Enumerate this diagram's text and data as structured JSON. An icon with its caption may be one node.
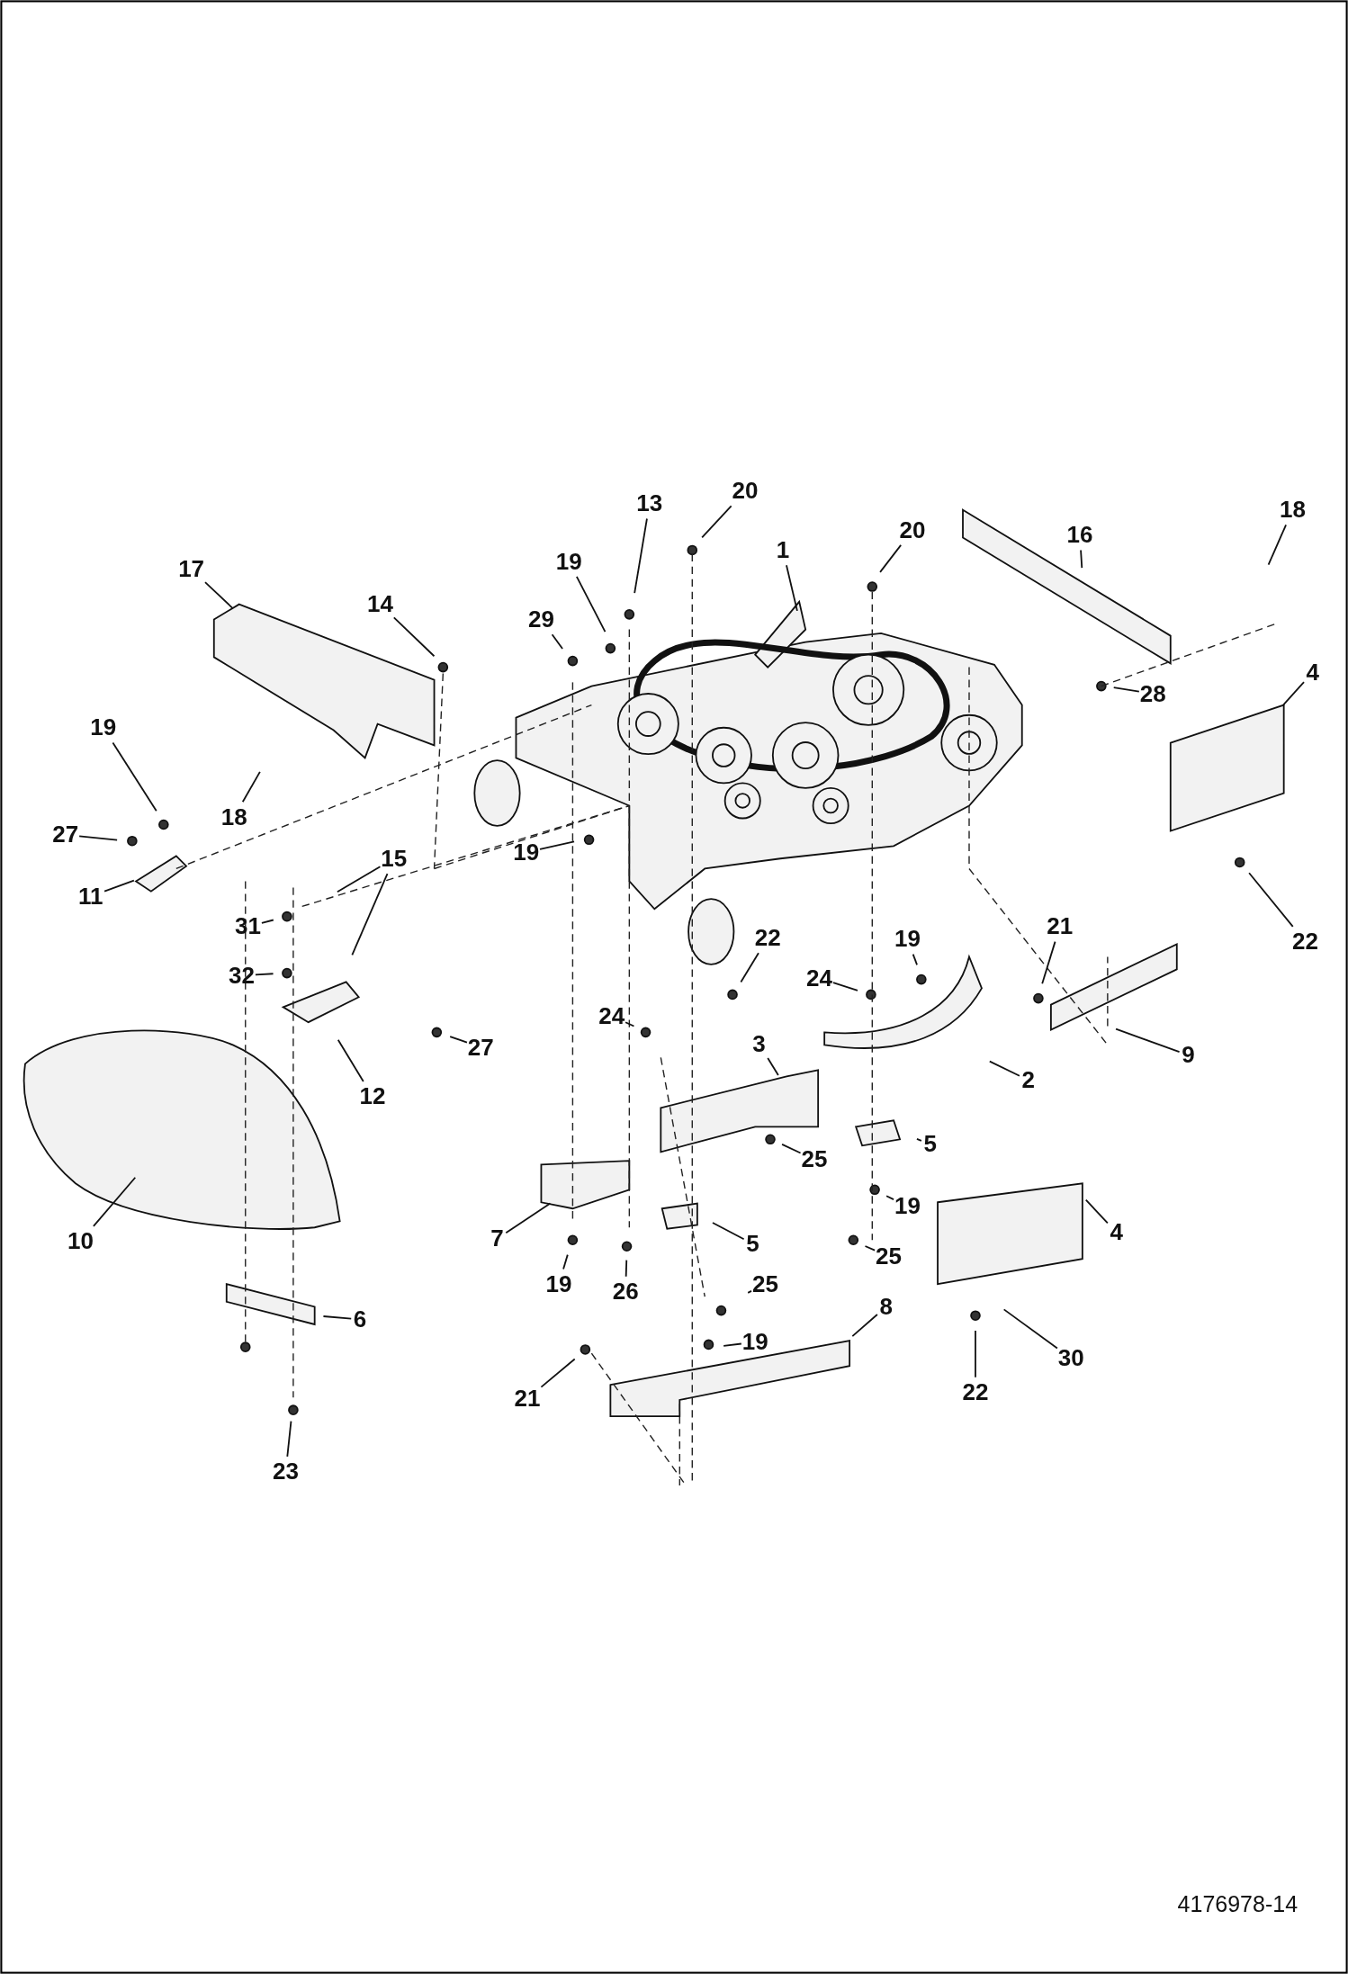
{
  "diagram": {
    "nodes": [
      {
        "text": [
          "20"
        ]
      },
      {
        "text": [
          "20"
        ]
      },
      {
        "text": [
          "13"
        ]
      },
      {
        "text": [
          "19"
        ]
      },
      {
        "text": [
          "1"
        ]
      },
      {
        "text": [
          "16"
        ]
      },
      {
        "text": [
          "18"
        ]
      },
      {
        "text": [
          "17"
        ]
      },
      {
        "text": [
          "14"
        ]
      },
      {
        "text": [
          "29"
        ]
      },
      {
        "text": [
          "28"
        ]
      },
      {
        "text": [
          "4"
        ]
      },
      {
        "text": [
          "19"
        ]
      },
      {
        "text": [
          "18"
        ]
      },
      {
        "text": [
          "27"
        ]
      },
      {
        "text": [
          "15"
        ]
      },
      {
        "text": [
          "19"
        ]
      },
      {
        "text": [
          "11"
        ]
      },
      {
        "text": [
          "31"
        ]
      },
      {
        "text": [
          "32"
        ]
      },
      {
        "text": [
          "22"
        ]
      },
      {
        "text": [
          "22"
        ]
      },
      {
        "text": [
          "19"
        ]
      },
      {
        "text": [
          "21"
        ]
      },
      {
        "text": [
          "24"
        ]
      },
      {
        "text": [
          "24"
        ]
      },
      {
        "text": [
          "27"
        ]
      },
      {
        "text": [
          "12"
        ]
      },
      {
        "text": [
          "9"
        ]
      },
      {
        "text": [
          "3"
        ]
      },
      {
        "text": [
          "2"
        ]
      },
      {
        "text": [
          "5"
        ]
      },
      {
        "text": [
          "25"
        ]
      },
      {
        "text": [
          "10"
        ]
      },
      {
        "text": [
          "7"
        ]
      },
      {
        "text": [
          "5"
        ]
      },
      {
        "text": [
          "19"
        ]
      },
      {
        "text": [
          "4"
        ]
      },
      {
        "text": [
          "25"
        ]
      },
      {
        "text": [
          "19"
        ]
      },
      {
        "text": [
          "26"
        ]
      },
      {
        "text": [
          "25"
        ]
      },
      {
        "text": [
          "6"
        ]
      },
      {
        "text": [
          "8"
        ]
      },
      {
        "text": [
          "19"
        ]
      },
      {
        "text": [
          "30"
        ]
      },
      {
        "text": [
          "21"
        ]
      },
      {
        "text": [
          "22"
        ]
      },
      {
        "text": [
          "23"
        ]
      }
    ],
    "edges": [
      {
        "from": 0,
        "to": null,
        "arrow": "none"
      },
      {
        "from": 1,
        "to": null,
        "arrow": "none"
      },
      {
        "from": 2,
        "to": null,
        "arrow": "none"
      },
      {
        "from": 3,
        "to": null,
        "arrow": "none"
      },
      {
        "from": 4,
        "to": null,
        "arrow": "none"
      },
      {
        "from": 5,
        "to": null,
        "arrow": "none"
      },
      {
        "from": 6,
        "to": null,
        "arrow": "none"
      },
      {
        "from": 7,
        "to": null,
        "arrow": "none"
      },
      {
        "from": 8,
        "to": null,
        "arrow": "none"
      },
      {
        "from": 9,
        "to": null,
        "arrow": "none"
      },
      {
        "from": 10,
        "to": null,
        "arrow": "none"
      },
      {
        "from": 11,
        "to": null,
        "arrow": "none"
      },
      {
        "from": 12,
        "to": null,
        "arrow": "none"
      },
      {
        "from": 13,
        "to": null,
        "arrow": "none"
      },
      {
        "from": 14,
        "to": null,
        "arrow": "none"
      },
      {
        "from": 15,
        "to": null,
        "arrow": "none"
      },
      {
        "from": 15,
        "to": null,
        "arrow": "none"
      },
      {
        "from": 16,
        "to": null,
        "arrow": "none"
      },
      {
        "from": 17,
        "to": null,
        "arrow": "none"
      },
      {
        "from": 18,
        "to": null,
        "arrow": "none"
      },
      {
        "from": 19,
        "to": null,
        "arrow": "none"
      },
      {
        "from": 20,
        "to": null,
        "arrow": "none"
      },
      {
        "from": 21,
        "to": null,
        "arrow": "none"
      },
      {
        "from": 22,
        "to": null,
        "arrow": "none"
      },
      {
        "from": 23,
        "to": null,
        "arrow": "none"
      },
      {
        "from": 24,
        "to": null,
        "arrow": "none"
      },
      {
        "from": 25,
        "to": null,
        "arrow": "none"
      },
      {
        "from": 26,
        "to": null,
        "arrow": "none"
      },
      {
        "from": 27,
        "to": null,
        "arrow": "none"
      },
      {
        "from": 28,
        "to": null,
        "arrow": "none"
      },
      {
        "from": 29,
        "to": null,
        "arrow": "none"
      },
      {
        "from": 30,
        "to": null,
        "arrow": "none"
      },
      {
        "from": 31,
        "to": null,
        "arrow": "none"
      },
      {
        "from": 32,
        "to": null,
        "arrow": "none"
      },
      {
        "from": 33,
        "to": null,
        "arrow": "none"
      },
      {
        "from": 34,
        "to": null,
        "arrow": "none"
      },
      {
        "from": 35,
        "to": null,
        "arrow": "none"
      },
      {
        "from": 36,
        "to": null,
        "arrow": "none"
      },
      {
        "from": 37,
        "to": null,
        "arrow": "none"
      },
      {
        "from": 38,
        "to": null,
        "arrow": "none"
      },
      {
        "from": 39,
        "to": null,
        "arrow": "none"
      },
      {
        "from": 40,
        "to": null,
        "arrow": "none"
      },
      {
        "from": 41,
        "to": null,
        "arrow": "none"
      },
      {
        "from": 42,
        "to": null,
        "arrow": "none"
      },
      {
        "from": 43,
        "to": null,
        "arrow": "none"
      },
      {
        "from": 44,
        "to": null,
        "arrow": "none"
      },
      {
        "from": 45,
        "to": null,
        "arrow": "none"
      },
      {
        "from": 46,
        "to": null,
        "arrow": "none"
      },
      {
        "from": 47,
        "to": null,
        "arrow": "none"
      },
      {
        "from": 48,
        "to": null,
        "arrow": "none"
      }
    ],
    "labels": [
      "4176978-14"
    ]
  }
}
